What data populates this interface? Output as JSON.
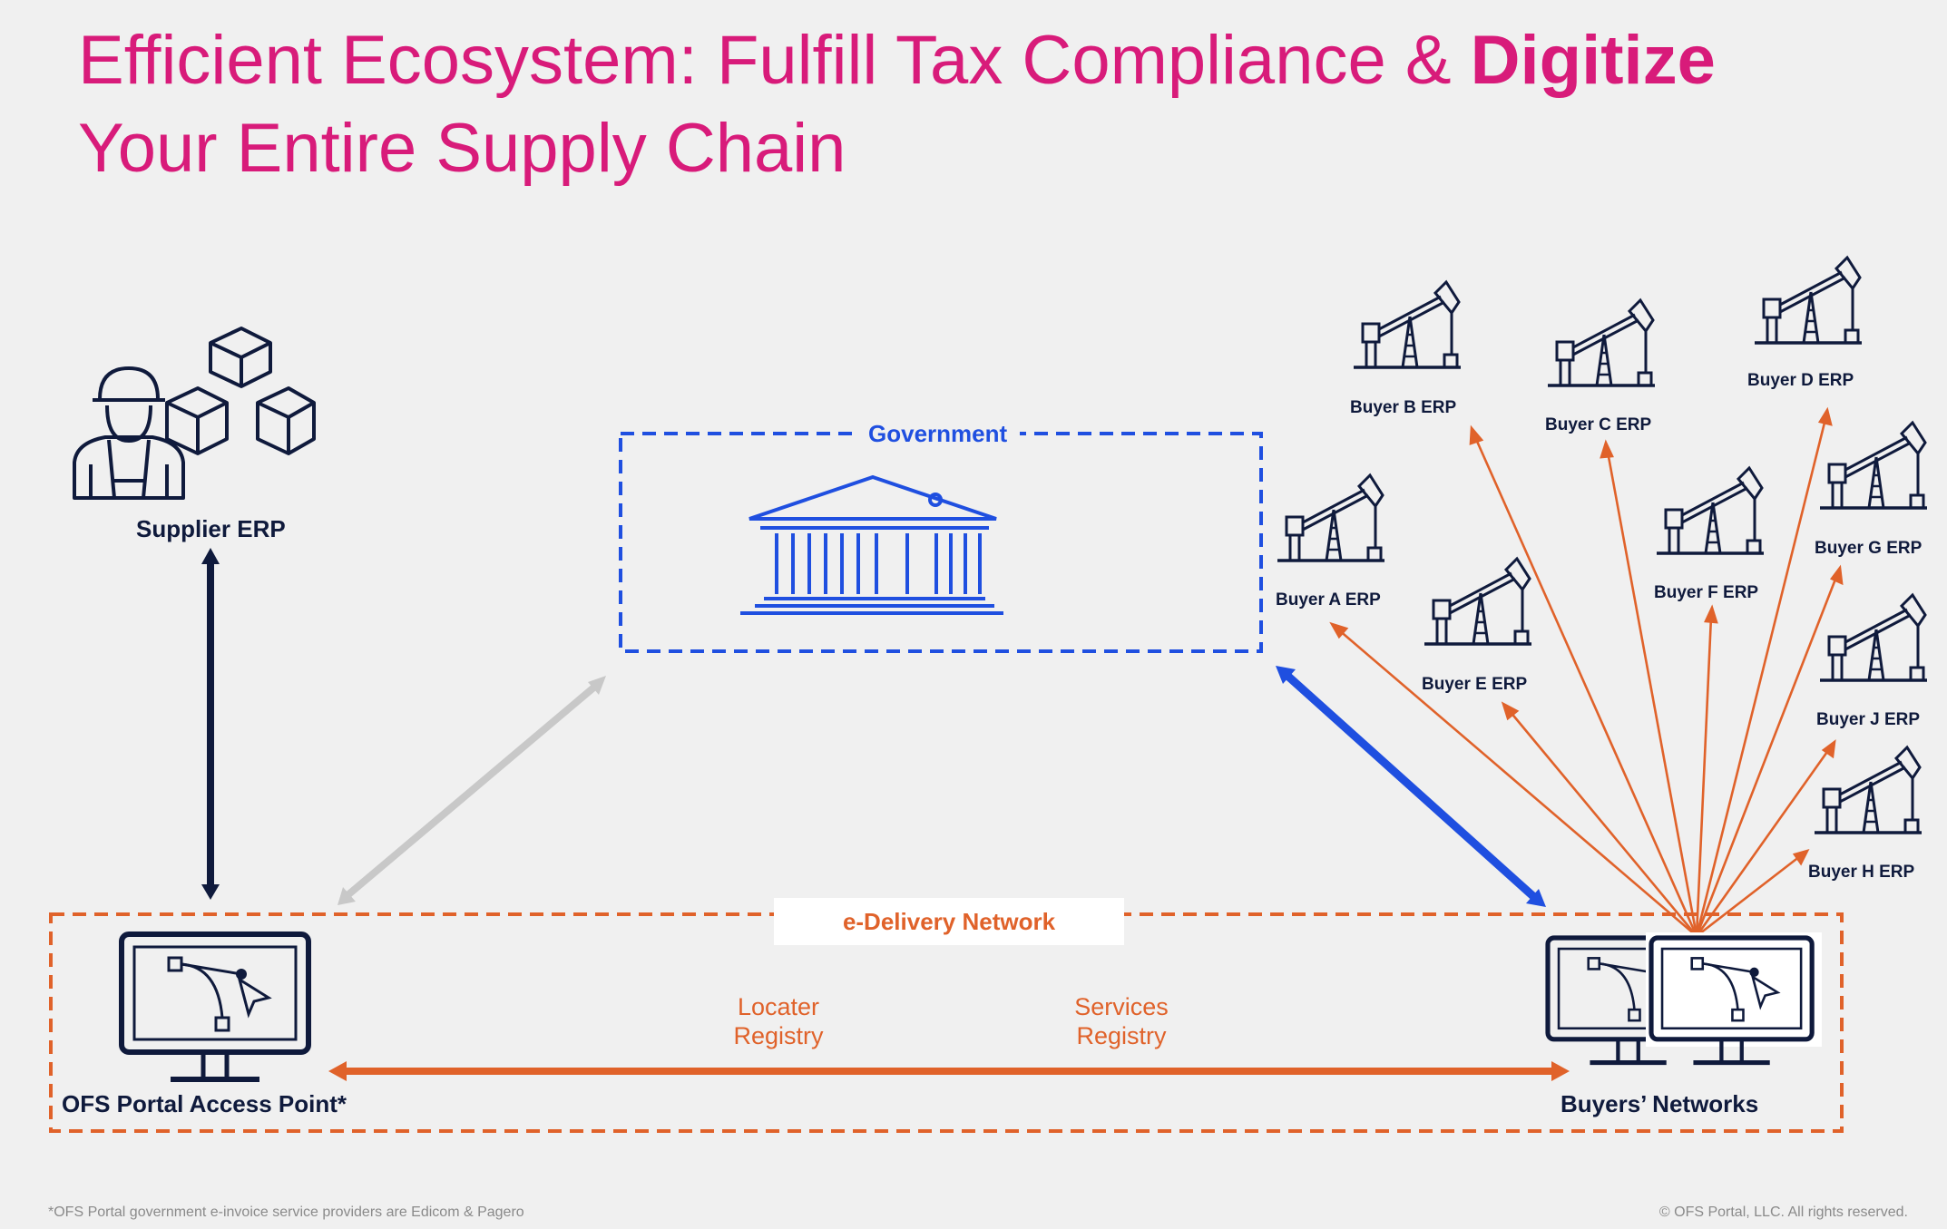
{
  "title": {
    "part1": "Efficient Ecosystem: Fulfill Tax Compliance & ",
    "bold": "Digitize",
    "line2": "Your Entire Supply Chain"
  },
  "supplier": {
    "label": "Supplier ERP"
  },
  "government": {
    "label": "Government"
  },
  "edelivery": {
    "label": "e-Delivery Network"
  },
  "ofs": {
    "label": "OFS Portal Access Point*"
  },
  "buyers_networks": {
    "label": "Buyers’ Networks"
  },
  "registry": {
    "locater_line1": "Locater",
    "locater_line2": "Registry",
    "services_line1": "Services",
    "services_line2": "Registry"
  },
  "buyers": [
    {
      "id": "A",
      "label": "Buyer A ERP"
    },
    {
      "id": "B",
      "label": "Buyer B ERP"
    },
    {
      "id": "C",
      "label": "Buyer C ERP"
    },
    {
      "id": "D",
      "label": "Buyer D ERP"
    },
    {
      "id": "E",
      "label": "Buyer E ERP"
    },
    {
      "id": "F",
      "label": "Buyer F ERP"
    },
    {
      "id": "G",
      "label": "Buyer G ERP"
    },
    {
      "id": "J",
      "label": "Buyer J ERP"
    },
    {
      "id": "H",
      "label": "Buyer H ERP"
    }
  ],
  "footer": {
    "note": "*OFS Portal  government e-invoice service providers are Edicom & Pagero",
    "copyright": "© OFS Portal, LLC. All rights reserved."
  },
  "colors": {
    "title": "#d81b7a",
    "navy": "#0f1a3c",
    "government_blue": "#1f4fe0",
    "orange": "#e0622a",
    "gray_arrow": "#c8c8c8"
  },
  "icons": {
    "supplier": "worker-with-blocks-icon",
    "government": "government-building-icon",
    "ofs": "monitor-bezier-icon",
    "buyers_networks": "dual-monitor-icon",
    "buyer_erp": "oil-pumpjack-icon"
  }
}
